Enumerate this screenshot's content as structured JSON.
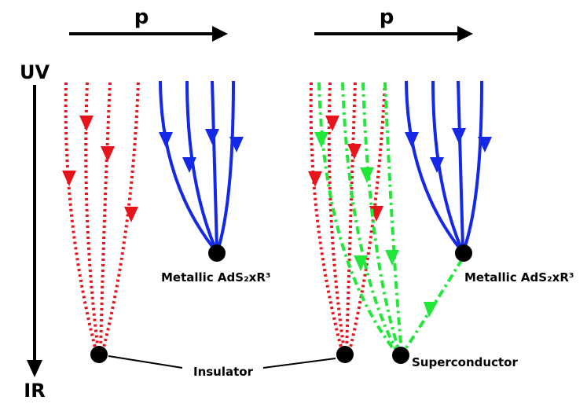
{
  "momentum_label_left": "p",
  "momentum_label_right": "p",
  "uv_label": "UV",
  "ir_label": "IR",
  "metallic_label_left": "Metallic AdS₂xR³",
  "metallic_label_right": "Metallic AdS₂xR³",
  "insulator_label": "Insulator",
  "superconductor_label": "Superconductor",
  "colors": {
    "insulator_flow": "#e8141b",
    "metallic_flow": "#1428e8",
    "superconductor_flow": "#22e63a",
    "fixed_point": "#000000"
  }
}
